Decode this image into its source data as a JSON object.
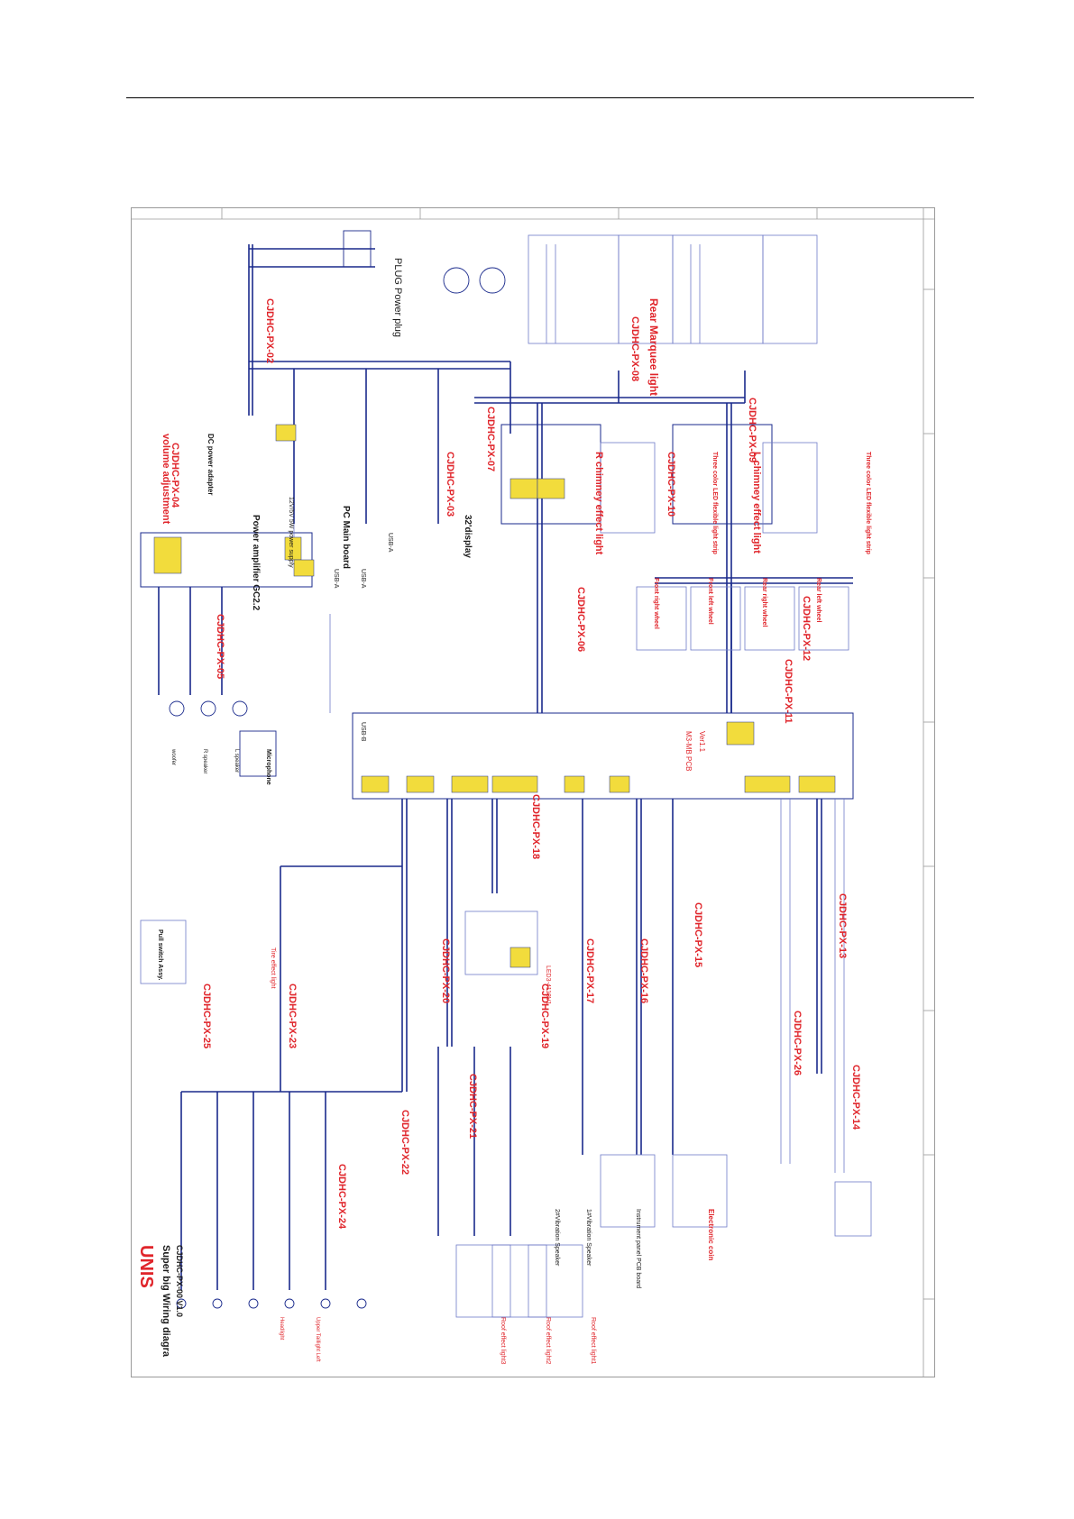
{
  "title_block": {
    "logo": "UNIS",
    "line1": "Super big Wiring diagra",
    "line2": "CJDHC-PX-00  V1.0"
  },
  "harness_labels": {
    "px02": "CJDHC-PX-02",
    "px03": "CJDHC-PX-03",
    "px04": "CJDHC-PX-04",
    "px05": "CJDHC-PX-05",
    "px06": "CJDHC-PX-06",
    "px07": "CJDHC-PX-07",
    "px08": "CJDHC-PX-08",
    "px09": "CJDHC-PX-09",
    "px10": "CJDHC-PX-10",
    "px11": "CJDHC-PX-11",
    "px12": "CJDHC-PX-12",
    "px13": "CJDHC-PX-13",
    "px14": "CJDHC-PX-14",
    "px15": "CJDHC-PX-15",
    "px16": "CJDHC-PX-16",
    "px17": "CJDHC-PX-17",
    "px18": "CJDHC-PX-18",
    "px19": "CJDHC-PX-19",
    "px20": "CJDHC-PX-20",
    "px21": "CJDHC-PX-21",
    "px22": "CJDHC-PX-22",
    "px23": "CJDHC-PX-23",
    "px24": "CJDHC-PX-24",
    "px25": "CJDHC-PX-25",
    "px26": "CJDHC-PX-26"
  },
  "components": {
    "plug": "PLUG Power plug",
    "rear_marquee": "Rear Marquee light",
    "volume": "volume adjustment",
    "dc_adapter": "DC power adapter",
    "power_amp": "Power amplifier GC2.2",
    "power_supply": "12V/5V 5W power supply",
    "pc_board": "PC Main board",
    "usb_a1": "USB-A",
    "usb_a2": "USB-A",
    "usb_a3": "USB-A",
    "usb_b": "USB-B",
    "display": "32'display",
    "r_chimney": "R chimney effect light",
    "l_chimney": "L chimney effect light",
    "three_color_1": "Three color LED flexible light strip",
    "three_color_2": "Three color LED flexible light strip",
    "front_right_wheel": "Front right wheel",
    "front_left_wheel": "Front left wheel",
    "rear_right_wheel": "Rear right wheel",
    "rear_left_wheel": "Rear left wheel",
    "main_pcb_1": "M3-MB PCB",
    "main_pcb_2": "Ver1.1",
    "microphone": "Microphone",
    "woofer": "woofer",
    "r_speaker": "R speaker",
    "l_speaker": "L speaker",
    "pull_switch": "Pull switch Assy.",
    "tire_effect": "Tire effect light",
    "vibration_1": "2#Vibration Speaker",
    "vibration_2": "1#Vibration Speaker",
    "led_board": "LED3-4118V1",
    "coin_mech": "Electronic coin",
    "instrument_panel": "Instrument panel PCB board",
    "roof_1": "Roof effect light1",
    "roof_2": "Roof effect light2",
    "roof_3": "Roof effect light3",
    "upper_taillight": "Upper Taillight Left",
    "headlight": "Headlight"
  },
  "colors": {
    "wire": "#1a2a8c",
    "wire_light": "#6f7ac8",
    "label_red": "#e0252b",
    "connector_fill": "#f2dc3c",
    "grid": "#9a9a9a"
  }
}
